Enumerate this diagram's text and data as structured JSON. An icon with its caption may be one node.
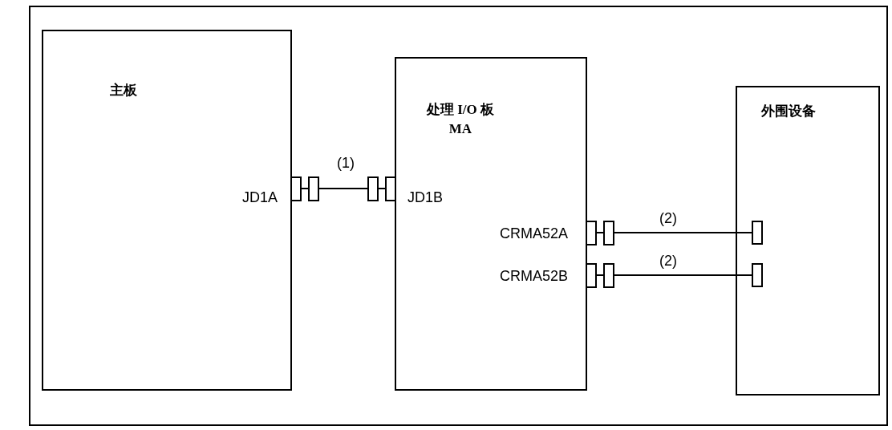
{
  "diagram": {
    "nodes": [
      {
        "text": [
          "主板"
        ]
      },
      {
        "text": [
          "处理 I/O 板 MA"
        ]
      },
      {
        "text": [
          "外围设备"
        ]
      }
    ],
    "edges": [
      {
        "from": 0,
        "to": 1,
        "arrow": "other",
        "label": "(1)"
      },
      {
        "from": 1,
        "to": 2,
        "arrow": "other",
        "label": "(2)"
      },
      {
        "from": 1,
        "to": 2,
        "arrow": "other",
        "label": "(2)"
      }
    ],
    "labels": [
      "JD1A",
      "JD1B",
      "CRMA52A",
      "CRMA52B"
    ]
  }
}
